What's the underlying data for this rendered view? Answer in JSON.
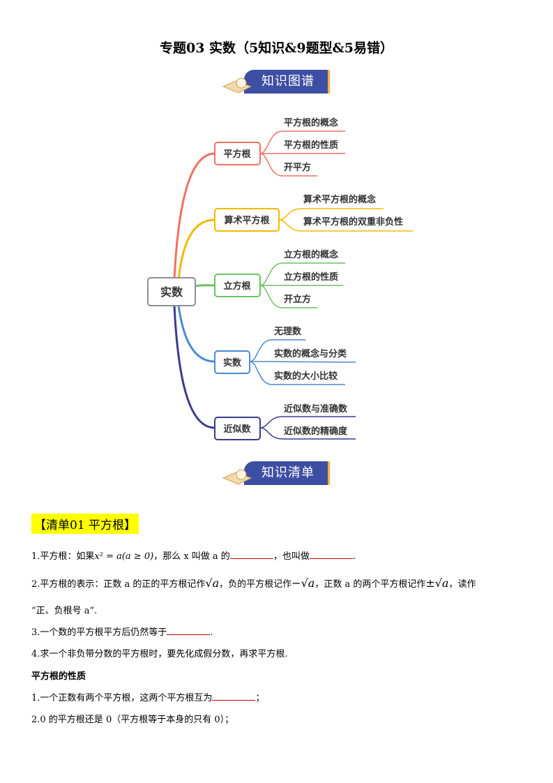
{
  "title": "专题03  实数（5知识&9题型&5易错）",
  "banners": {
    "map": "知识图谱",
    "list": "知识清单"
  },
  "mindmap": {
    "root": "实数",
    "branches": [
      {
        "label": "平方根",
        "color": "#f07060",
        "leaves": [
          "平方根的概念",
          "平方根的性质",
          "开平方"
        ]
      },
      {
        "label": "算术平方根",
        "color": "#f5b800",
        "leaves": [
          "算术平方根的概念",
          "算术平方根的双重非负性"
        ]
      },
      {
        "label": "立方根",
        "color": "#6cc060",
        "leaves": [
          "立方根的概念",
          "立方根的性质",
          "开立方"
        ]
      },
      {
        "label": "实数",
        "color": "#4a8ad0",
        "leaves": [
          "无理数",
          "实数的概念与分类",
          "实数的大小比较"
        ]
      },
      {
        "label": "近似数",
        "color": "#3a3a90",
        "leaves": [
          "近似数与准确数",
          "近似数的精确度"
        ]
      }
    ]
  },
  "section": {
    "heading": "【清单01  平方根】",
    "l1a": "1.平方根：如果",
    "l1m": "x² = a(a ≥ 0)",
    "l1b": "，那么 x 叫做 a 的",
    "l1c": "，也叫做",
    "l1d": ".",
    "l2a": "2.平方根的表示：正数 a 的正的平方根记作",
    "l2m1": "√a",
    "l2b": "，负的平方根记作",
    "l2m2": "−√a",
    "l2c": "，正数 a 的两个平方根记作",
    "l2m3": "±√a",
    "l2d": "，读作",
    "l2e": "“正、负根号 a”.",
    "l3a": "3.一个数的平方根平方后仍然等于",
    "l3b": ".",
    "l4": "4.求一个非负带分数的平方根时，要先化成假分数，再求平方根.",
    "sub": "平方根的性质",
    "p1a": "1.一个正数有两个平方根，这两个平方根互为",
    "p1b": "；",
    "p2": "2.0 的平方根还是 0（平方根等于本身的只有 0）；"
  }
}
